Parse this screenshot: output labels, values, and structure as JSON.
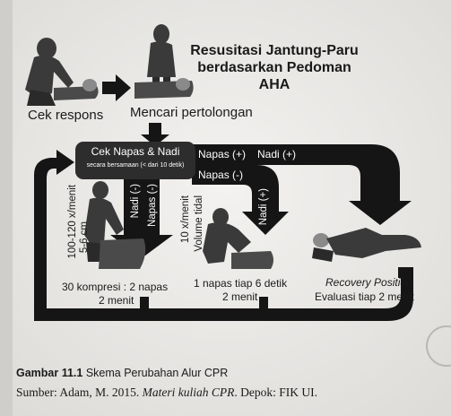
{
  "title": {
    "line1": "Resusitasi Jantung-Paru",
    "line2": "berdasarkan Pedoman",
    "line3": "AHA"
  },
  "steps": {
    "check_response": "Cek respons",
    "seek_help": "Mencari pertolongan",
    "check_breath_pulse": "Cek Napas & Nadi",
    "check_note": "secara bersamaan (< dari 10 detik)"
  },
  "branch_labels": {
    "breath_pos": "Napas (+)",
    "pulse_pos": "Nadi (+)",
    "breath_neg": "Napas (-)",
    "pulse_pos_vertical": "Nadi (+)",
    "breath_neg_vertical": "Napas (-)",
    "pulse_neg_vertical": "Nadi (-)"
  },
  "cpr": {
    "rate": "100-120 x/menit",
    "depth": "5-6 cm",
    "ratio": "30 kompresi : 2 napas",
    "duration": "2 menit"
  },
  "rescue_breathing": {
    "rate": "10 x/menit",
    "volume": "Volume tidal",
    "interval": "1 napas tiap 6 detik",
    "duration": "2 menit"
  },
  "recovery": {
    "title": "Recovery Position",
    "evaluation": "Evaluasi tiap 2 menit"
  },
  "caption": {
    "figure": "Gambar 11.1",
    "text": " Skema Perubahan Alur CPR",
    "source_prefix": "Sumber: Adam, M. 2015. ",
    "source_title": "Materi kuliah CPR",
    "source_suffix": ". Depok: FIK UI."
  },
  "colors": {
    "arrow": "#151515",
    "background": "#ecebe9",
    "figure": "#3a3a3a",
    "text_on_arrow": "#ffffff"
  }
}
